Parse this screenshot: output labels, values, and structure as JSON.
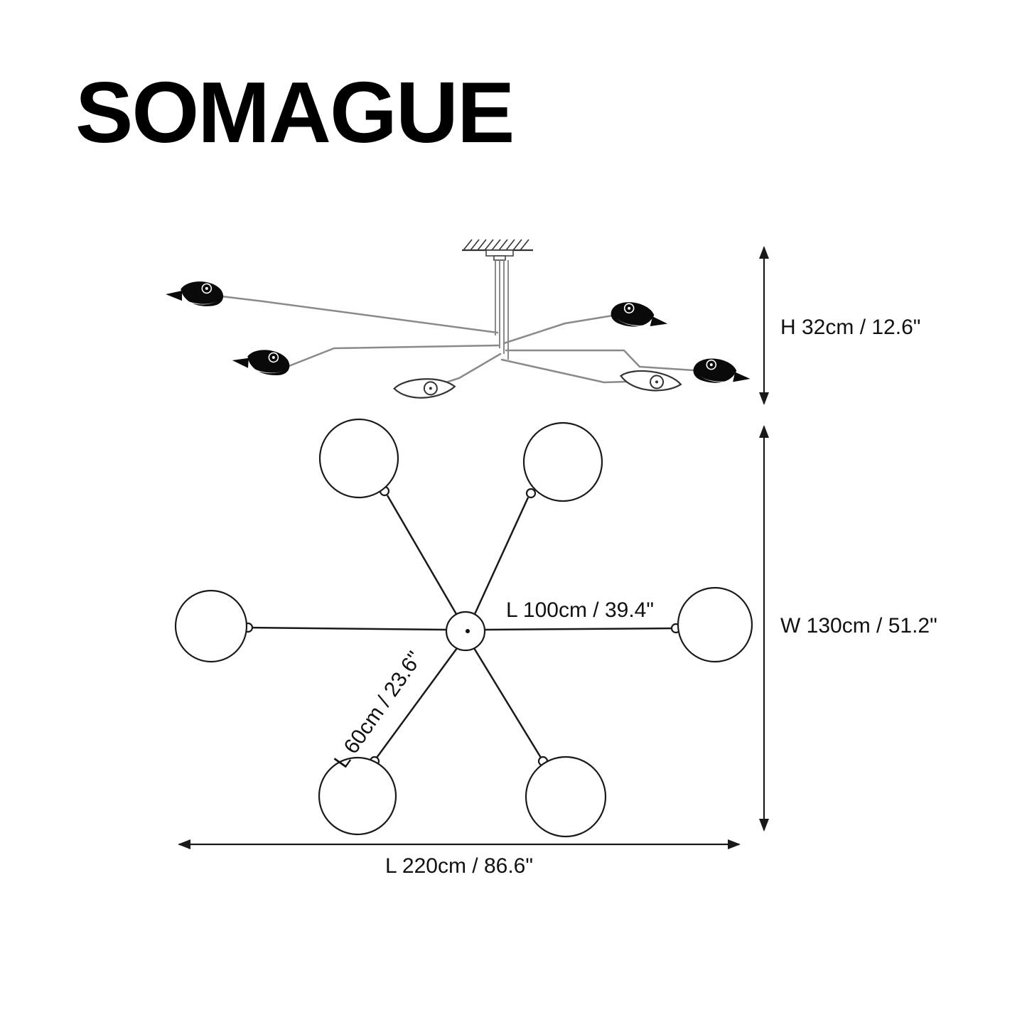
{
  "brand_logo": "SOMAGUE",
  "labels": {
    "height": "H 32cm / 12.6\"",
    "width": "W 130cm / 51.2\"",
    "length": "L 220cm / 86.6\"",
    "arm_long": "L 100cm / 39.4\"",
    "arm_short": "L 60cm / 23.6\""
  },
  "colors": {
    "ink": "#111111",
    "arm_gray": "#8a8a8a",
    "shade_black": "#0a0a0a",
    "background": "#ffffff"
  }
}
